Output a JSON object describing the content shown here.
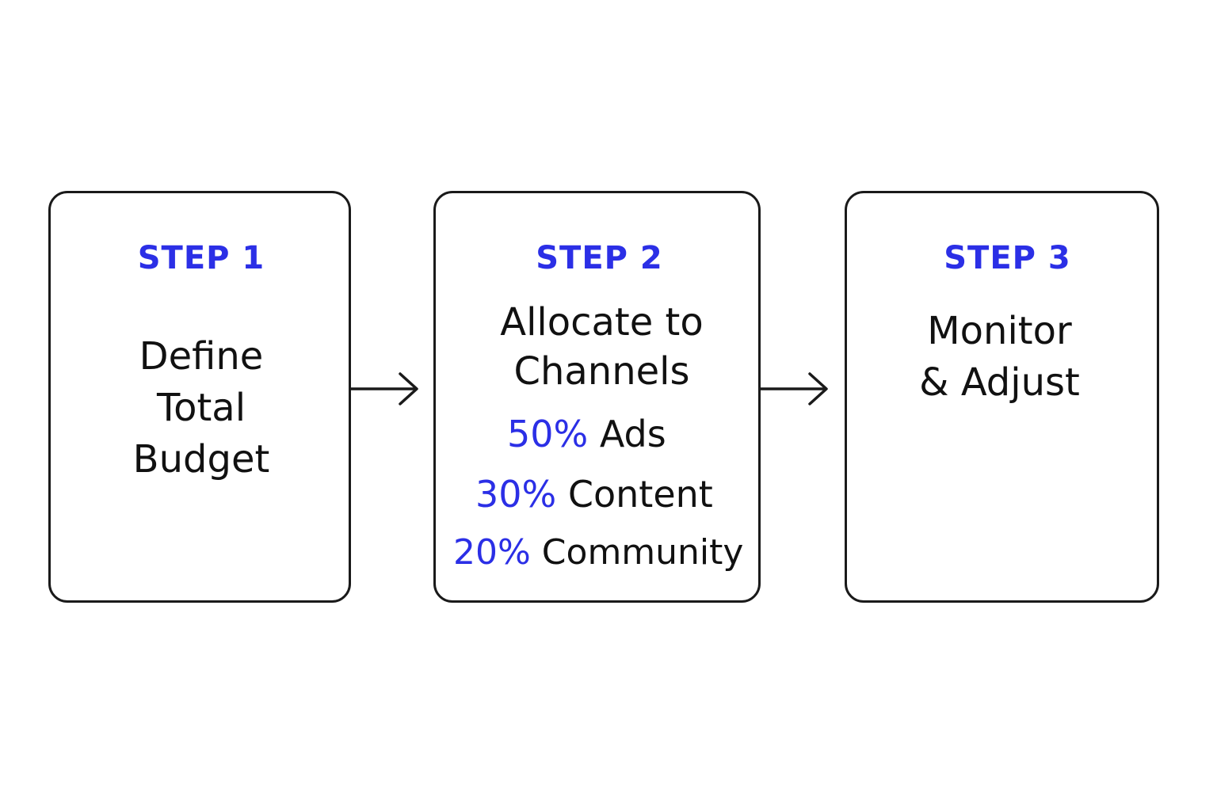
{
  "colors": {
    "accent": "#2b2fe6",
    "text": "#111111",
    "border": "#1a1a1a"
  },
  "steps": [
    {
      "label": "STEP 1",
      "title_lines": [
        "Define",
        "Total",
        "Budget"
      ]
    },
    {
      "label": "STEP 2",
      "title_lines": [
        "Allocate to",
        "Channels"
      ],
      "allocations": [
        {
          "percent": "50%",
          "channel": "Ads"
        },
        {
          "percent": "30%",
          "channel": "Content"
        },
        {
          "percent": "20%",
          "channel": "Community"
        }
      ]
    },
    {
      "label": "STEP 3",
      "title_lines": [
        "Monitor",
        "& Adjust"
      ]
    }
  ],
  "connectors": [
    {
      "from": "STEP 1",
      "to": "STEP 2",
      "icon": "right-arrow-icon"
    },
    {
      "from": "STEP 2",
      "to": "STEP 3",
      "icon": "right-arrow-icon"
    }
  ]
}
